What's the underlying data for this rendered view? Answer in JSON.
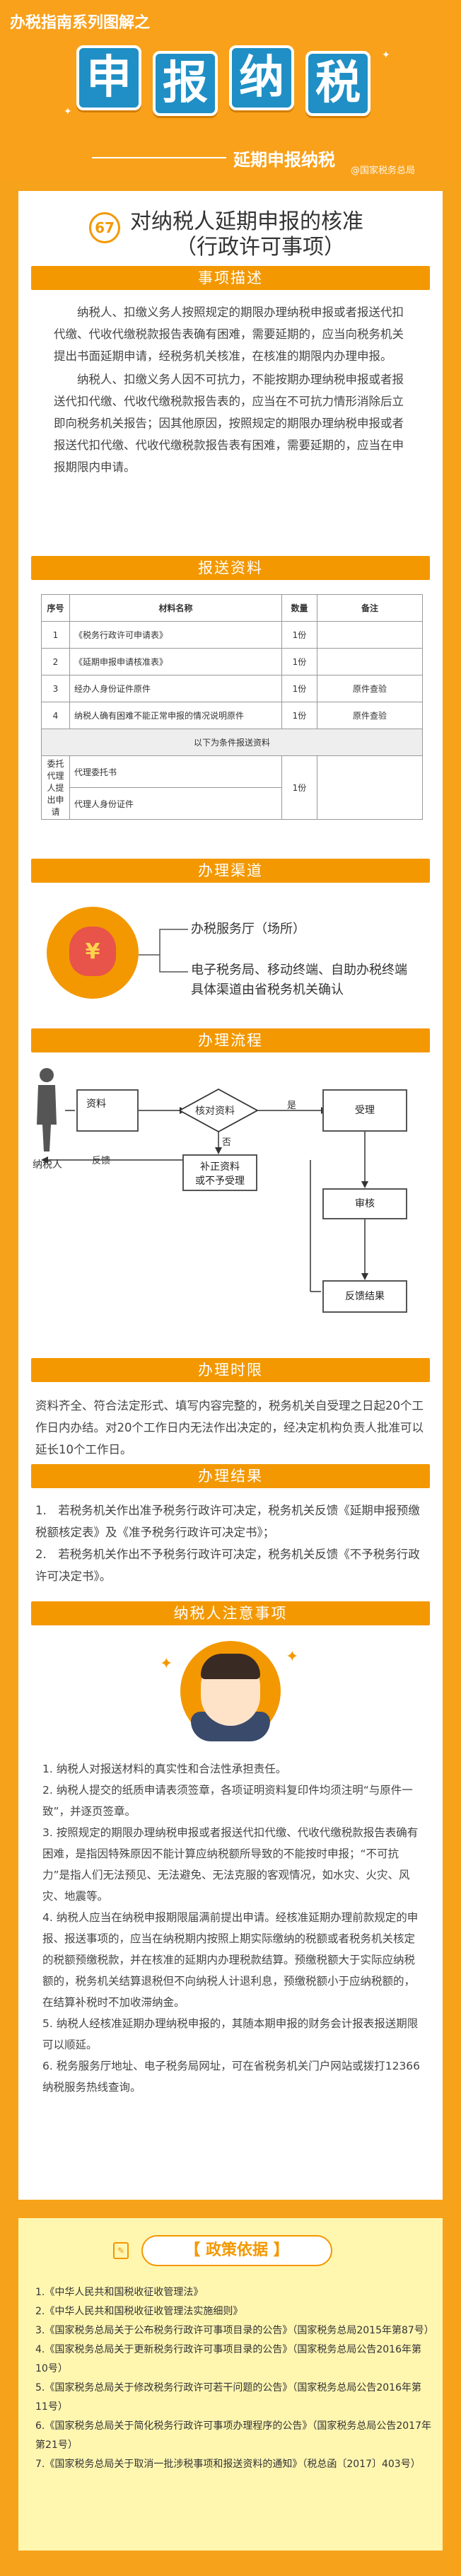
{
  "header": {
    "series": "办税指南系列图解之",
    "big_chars": [
      "申",
      "报",
      "纳",
      "税"
    ],
    "subtitle": "延期申报纳税",
    "credit": "@国家税务总局"
  },
  "item": {
    "number": "67",
    "title_line1": "对纳税人延期申报的核准",
    "title_line2": "（行政许可事项）"
  },
  "sections": {
    "desc": "事项描述",
    "materials": "报送资料",
    "channel": "办理渠道",
    "flow": "办理流程",
    "time": "办理时限",
    "result": "办理结果",
    "notes": "纳税人注意事项"
  },
  "desc_paragraphs": [
    "纳税人、扣缴义务人按照规定的期限办理纳税申报或者报送代扣代缴、代收代缴税款报告表确有困难，需要延期的，应当向税务机关提出书面延期申请，经税务机关核准，在核准的期限内办理申报。",
    "纳税人、扣缴义务人因不可抗力，不能按期办理纳税申报或者报送代扣代缴、代收代缴税款报告表的，应当在不可抗力情形消除后立即向税务机关报告；因其他原因，按照规定的期限办理纳税申报或者报送代扣代缴、代收代缴税款报告表有困难，需要延期的，应当在申报期限内申请。"
  ],
  "materials": {
    "headers": [
      "序号",
      "材料名称",
      "数量",
      "备注"
    ],
    "rows": [
      {
        "no": "1",
        "name": "《税务行政许可申请表》",
        "qty": "1份",
        "note": ""
      },
      {
        "no": "2",
        "name": "《延期申报申请核准表》",
        "qty": "1份",
        "note": ""
      },
      {
        "no": "3",
        "name": "经办人身份证件原件",
        "qty": "1份",
        "note": "原件查验"
      },
      {
        "no": "4",
        "name": "纳税人确有困难不能正常申报的情况说明原件",
        "qty": "1份",
        "note": "原件查验"
      }
    ],
    "cond_header": "以下为条件报送资料",
    "cond_label": "委托代理人提出申请",
    "cond_items": [
      "代理委托书",
      "代理人身份证件"
    ],
    "cond_qty": "1份"
  },
  "channel": {
    "line1": "办税服务厅（场所）",
    "line2": "电子税务局、移动终端、自助办税终端",
    "line3": "具体渠道由省税务机关确认",
    "icon": "money-bag-icon"
  },
  "flow": {
    "taxpayer": "纳税人",
    "materials": "资料",
    "check": "核对资料",
    "accept": "受理",
    "yes": "是",
    "no": "否",
    "supplement": "补正资料\n或不予受理",
    "review": "审核",
    "feedback_label": "反馈",
    "feedback": "反馈结果"
  },
  "time_text": "资料齐全、符合法定形式、填写内容完整的，税务机关自受理之日起20个工作日内办结。对20个工作日内无法作出决定的，经决定机构负责人批准可以延长10个工作日。",
  "result_items": [
    "1.　若税务机关作出准予税务行政许可决定，税务机关反馈《延期申报预缴税额核定表》及《准予税务行政许可决定书》；",
    "2.　若税务机关作出不予税务行政许可决定，税务机关反馈《不予税务行政许可决定书》。"
  ],
  "notes": [
    "1. 纳税人对报送材料的真实性和合法性承担责任。",
    "2. 纳税人提交的纸质申请表须签章，各项证明资料复印件均须注明“与原件一致”，并逐页签章。",
    "3. 按照规定的期限办理纳税申报或者报送代扣代缴、代收代缴税款报告表确有困难，是指因特殊原因不能计算应纳税额所导致的不能按时申报；“不可抗力”是指人们无法预见、无法避免、无法克服的客观情况，如水灾、火灾、风灾、地震等。",
    "4. 纳税人应当在纳税申报期限届满前提出申请。经核准延期办理前款规定的申报、报送事项的，应当在纳税期内按照上期实际缴纳的税额或者税务机关核定的税额预缴税款，并在核准的延期内办理税款结算。预缴税额大于实际应纳税额的，税务机关结算退税但不向纳税人计退利息，预缴税额小于应纳税额的，在结算补税时不加收滞纳金。",
    "5. 纳税人经核准延期办理纳税申报的，其随本期申报的财务会计报表报送期限可以顺延。",
    "6. 税务服务厅地址、电子税务局网址，可在省税务机关门户网站或拨打12366纳税服务热线查询。"
  ],
  "policy": {
    "title": "政策依据",
    "items": [
      "1.《中华人民共和国税收征收管理法》",
      "2.《中华人民共和国税收征收管理法实施细则》",
      "3.《国家税务总局关于公布税务行政许可事项目录的公告》（国家税务总局2015年第87号）",
      "4.《国家税务总局关于更新税务行政许可事项目录的公告》（国家税务总局公告2016年第10号）",
      "5.《国家税务总局关于修改税务行政许可若干问题的公告》（国家税务总局公告2016年第11号）",
      "6.《国家税务总局关于简化税务行政许可事项办理程序的公告》（国家税务总局公告2017年第21号）",
      "7.《国家税务总局关于取消一批涉税事项和报送资料的通知》（税总函〔2017〕403号）"
    ]
  },
  "colors": {
    "orange": "#f39800",
    "blue": "#1f8fc6",
    "yellow": "#fff6b0"
  }
}
